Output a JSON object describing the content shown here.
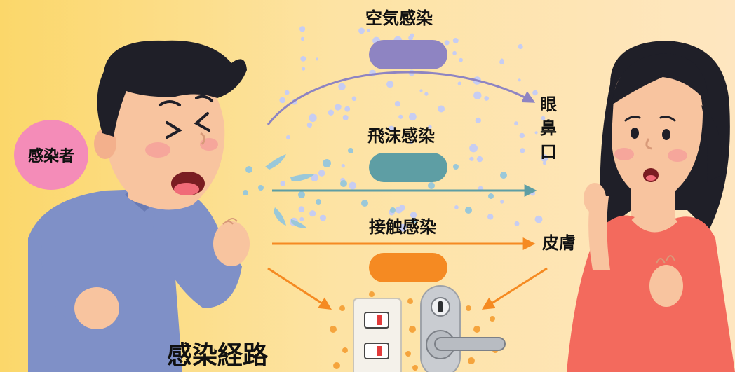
{
  "title": "感染経路",
  "infected_label": "感染者",
  "routes": [
    {
      "label": "空気感染",
      "color": "#8e84c2",
      "target": "眼鼻口"
    },
    {
      "label": "飛沫感染",
      "color": "#5e9ea4",
      "target": ""
    },
    {
      "label": "接触感染",
      "color": "#f58a22",
      "target": "皮膚"
    }
  ],
  "colors": {
    "background_left": "#fbd76a",
    "background_right": "#fee6c0",
    "airborne_particles": "#c7cdf2",
    "droplets": "#9ac8d9",
    "contact_particles": "#f5a43d",
    "infected_bubble": "#f48cb8"
  },
  "icons": [
    "man-coughing-icon",
    "woman-worried-icon",
    "light-switch-icon",
    "door-handle-icon"
  ]
}
